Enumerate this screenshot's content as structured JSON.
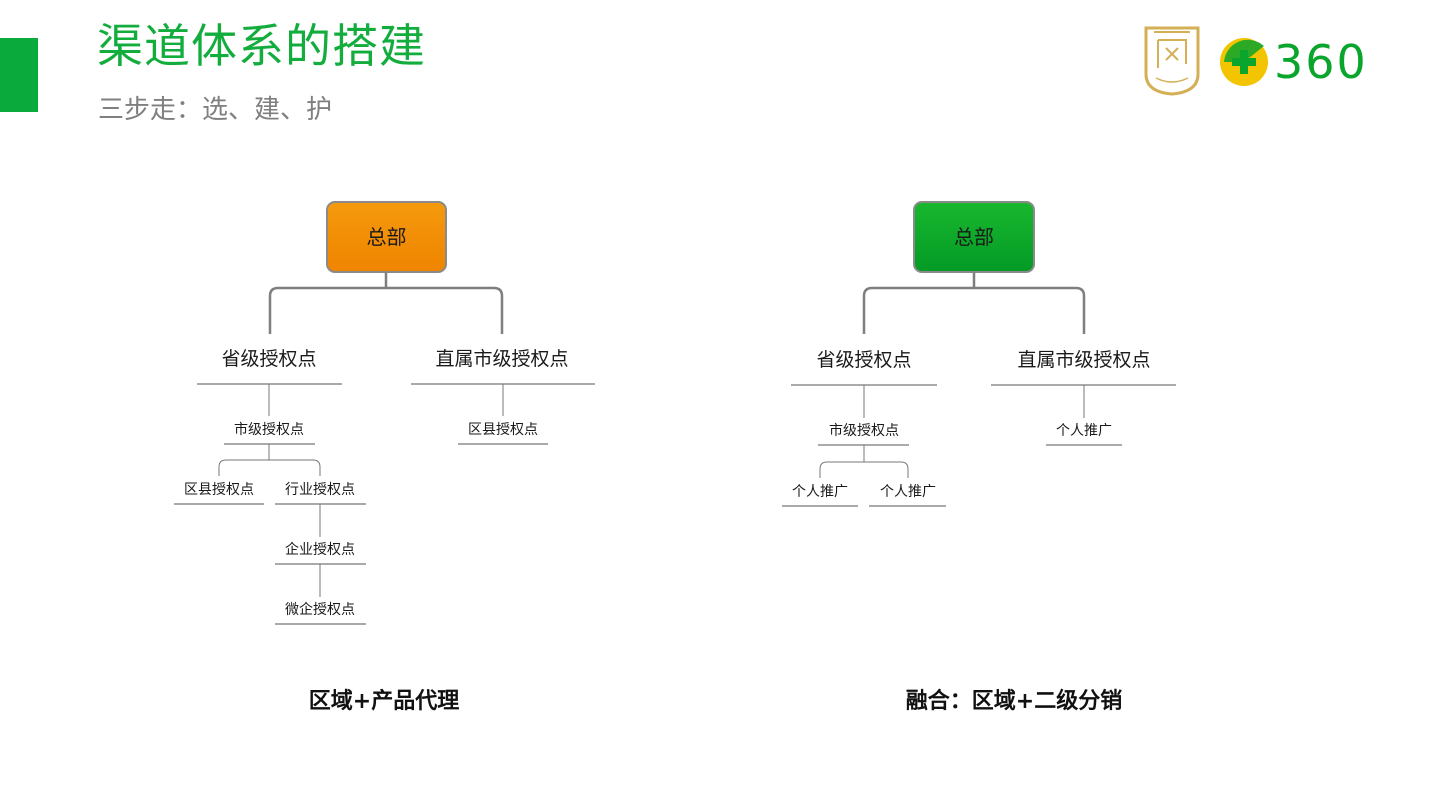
{
  "header": {
    "title": "渠道体系的搭建",
    "subtitle": "三步走：选、建、护"
  },
  "colors": {
    "accent_green": "#13ad3e",
    "orange_box": "#f38a00",
    "green_box": "#0aa52c",
    "logo_gold": "#d4af56"
  },
  "logo": {
    "text": "360"
  },
  "left_diagram": {
    "root": "总部",
    "province": "省级授权点",
    "direct_city": "直属市级授权点",
    "city": "市级授权点",
    "district_a": "区县授权点",
    "industry": "行业授权点",
    "enterprise": "企业授权点",
    "micro": "微企授权点",
    "district_b": "区县授权点",
    "caption": "区域+产品代理"
  },
  "right_diagram": {
    "root": "总部",
    "province": "省级授权点",
    "direct_city": "直属市级授权点",
    "city": "市级授权点",
    "personal_a": "个人推广",
    "personal_b": "个人推广",
    "personal_c": "个人推广",
    "caption": "融合：区域+二级分销"
  }
}
